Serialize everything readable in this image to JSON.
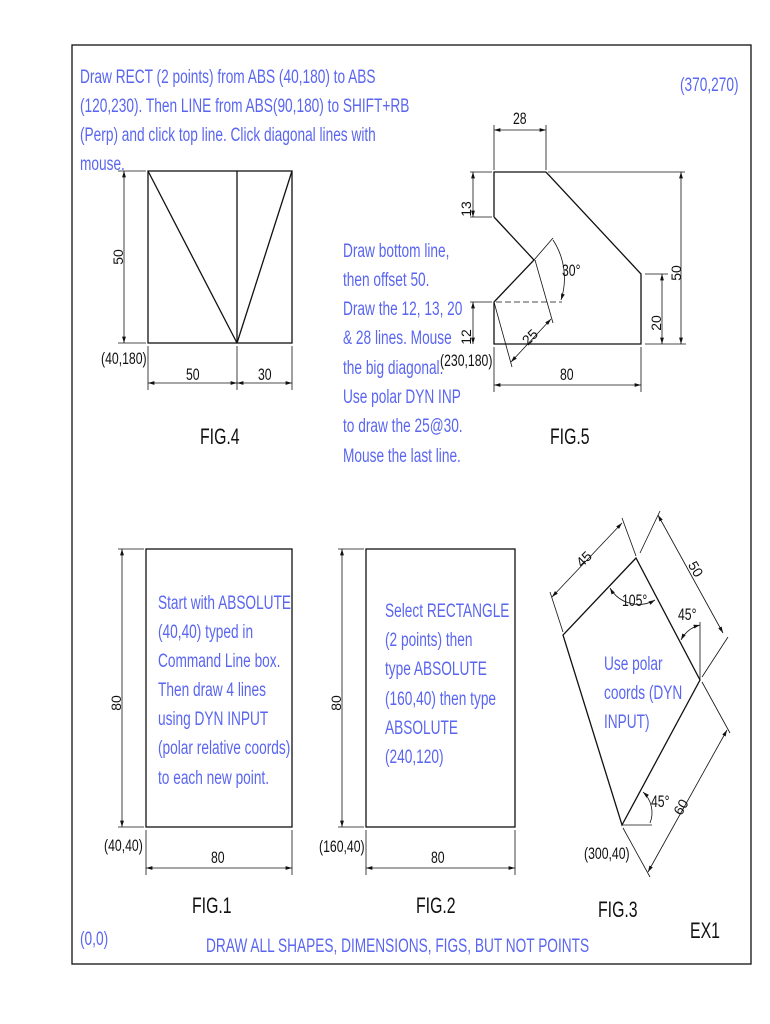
{
  "header_note": [
    "Draw RECT (2 points) from ABS (40,180) to ABS",
    "(120,230). Then LINE from ABS(90,180) to SHIFT+RB",
    "(Perp) and click top line. Click diagonal lines with",
    "mouse."
  ],
  "top_right_coord": "(370,270)",
  "fig4": {
    "title": "FIG.4",
    "origin": "(40,180)",
    "dim_height": "50",
    "dim_left": "50",
    "dim_right": "30"
  },
  "fig5": {
    "title": "FIG.5",
    "origin": "(230,180)",
    "dim_top": "28",
    "dim_13": "13",
    "dim_12": "12",
    "dim_20": "20",
    "dim_50": "50",
    "dim_80": "80",
    "dim_25": "25",
    "angle_30": "30°",
    "note": [
      "Draw bottom line,",
      "then offset 50.",
      "Draw the 12, 13, 20",
      "& 28 lines. Mouse",
      "the big diagonal.",
      "Use polar DYN INP",
      "to draw the 25@30.",
      "Mouse the last line."
    ]
  },
  "fig1": {
    "title": "FIG.1",
    "origin": "(40,40)",
    "dim_height": "80",
    "dim_width": "80",
    "note": [
      "Start with ABSOLUTE",
      "(40,40) typed in",
      "Command Line box.",
      "Then draw 4 lines",
      "using DYN INPUT",
      "(polar relative coords)",
      "to each new point."
    ]
  },
  "fig2": {
    "title": "FIG.2",
    "origin": "(160,40)",
    "dim_height": "80",
    "dim_width": "80",
    "note": [
      "Select RECTANGLE",
      "(2 points) then",
      "type ABSOLUTE",
      "(160,40) then type",
      "ABSOLUTE",
      "(240,120)"
    ]
  },
  "fig3": {
    "title": "FIG.3",
    "origin": "(300,40)",
    "dim_45": "45",
    "dim_50": "50",
    "dim_60": "60",
    "angle_105": "105°",
    "angle_45_top": "45°",
    "angle_45_bottom": "45°",
    "note": [
      "Use polar",
      "coords (DYN",
      "INPUT)"
    ]
  },
  "origin_label": "(0,0)",
  "footer": "DRAW ALL SHAPES, DIMENSIONS, FIGS, BUT NOT POINTS",
  "exercise": "EX1",
  "colors": {
    "instruction_text": "#5a66f0",
    "linework": "#111111"
  }
}
